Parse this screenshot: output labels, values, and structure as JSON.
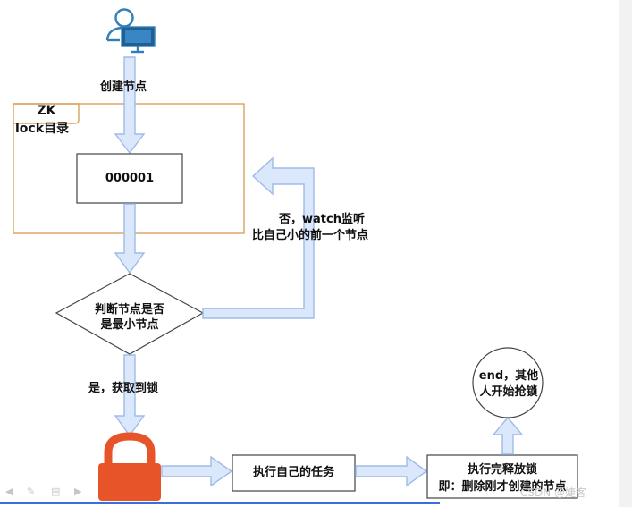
{
  "diagram": {
    "label_create_node": "创建节点",
    "zk_title_line1": "ZK",
    "zk_title_line2": "lock目录",
    "node_id": "000001",
    "decision_line1": "判断节点是否",
    "decision_line2": "是最小节点",
    "no_line1": "否，watch监听",
    "no_line2": "比自己小的前一个节点",
    "yes_label": "是，获取到锁",
    "task_label": "执行自己的任务",
    "release_line1": "执行完释放锁",
    "release_line2": "即：删除刚才创建的节点",
    "end_line1": "end，其他",
    "end_line2": "人开始抢锁"
  },
  "colors": {
    "arrow_fill": "#dbe7fb",
    "arrow_stroke": "#9fbbe8",
    "zk_border": "#d9a35a",
    "lock_color": "#e8542a",
    "user_icon": "#2f7fb8"
  },
  "icons": [
    "user-computer-icon",
    "lock-icon"
  ],
  "watermark": "CSDN @婕客"
}
